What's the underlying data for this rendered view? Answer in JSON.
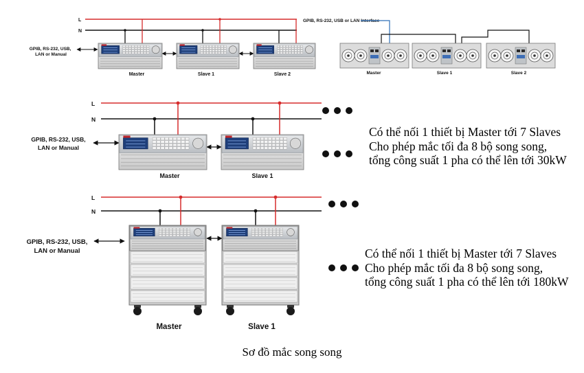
{
  "lines": {
    "live": "L",
    "neutral": "N"
  },
  "interface_label": "GPIB, RS-232, USB,\nLAN or Manual",
  "interface_label_top_right": "GPIB, RS-232, USB or  LAN Interface",
  "units": {
    "master": "Master",
    "slave1": "Slave 1",
    "slave2": "Slave 2"
  },
  "notes": {
    "section2": [
      "Có thể nối 1 thiết bị Master tới 7 Slaves",
      "Cho phép mắc tối đa 8 bộ song song,",
      "tổng công suất 1 pha có thể lên tới 30kW"
    ],
    "section3": [
      "Có thể nối 1 thiết bị Master tới 7 Slaves",
      "Cho phép mắc tối đa 8 bộ song song,",
      "tổng công suất 1 pha có thể lên tới 180kW"
    ]
  },
  "caption": "Sơ đồ mắc song song",
  "colors": {
    "live_wire": "#d62b2b",
    "neutral_wire": "#111111",
    "interface_wire": "#2e6fb8"
  }
}
